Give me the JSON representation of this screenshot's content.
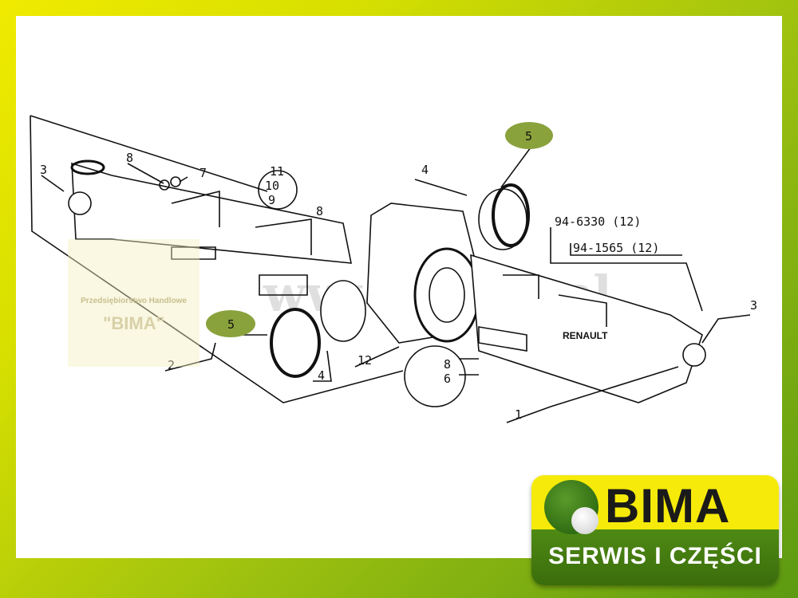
{
  "watermark": {
    "url": "www.bima.pl",
    "company_line": "Przedsiębiorstwo Handlowe",
    "company_name": "\"BIMA\""
  },
  "diagram": {
    "labels": {
      "p3_left": "3",
      "p8_top": "8",
      "p7": "7",
      "p11": "11",
      "p10": "10",
      "p9": "9",
      "p8_mid": "8",
      "p4_top": "4",
      "p5_top": "5",
      "p5_left": "5",
      "p2": "2",
      "p4_bottom": "4",
      "p12": "12",
      "p8_bottom": "8",
      "p6": "6",
      "p1": "1",
      "p3_right": "3"
    },
    "part_refs": [
      "94-6330 (12)",
      "94-1565 (12)"
    ],
    "housing_text": "RENAULT",
    "highlight_color": "#8aa23c"
  },
  "logo": {
    "brand": "BIMA",
    "tagline": "SERWIS I CZĘŚCI"
  }
}
